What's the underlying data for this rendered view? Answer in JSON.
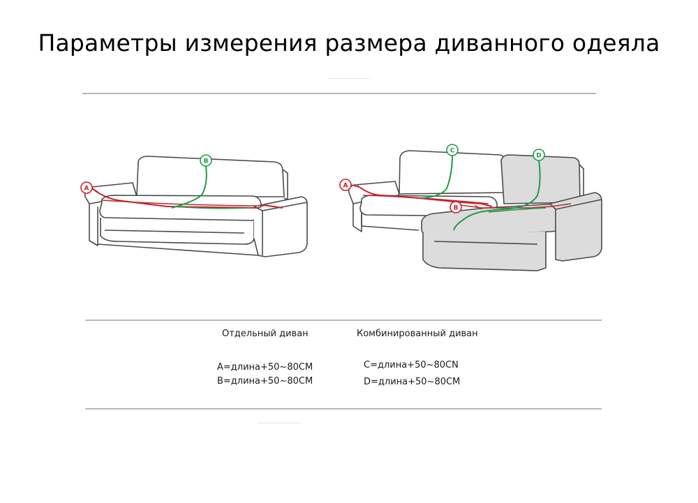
{
  "title": "Параметры измерения размера диванного одеяла",
  "markers": {
    "a": "A",
    "b": "B",
    "c": "C",
    "d": "D"
  },
  "captions": {
    "single": "Отдельный диван",
    "combined": "Комбинированный диван"
  },
  "formulas": {
    "a": "A=длина+50~80CM",
    "b": "B=длина+50~80CM",
    "c": "C=длина+50~80CN",
    "d": "D=длина+50~80CM"
  },
  "colors": {
    "measure_a": "#c4222a",
    "measure_green": "#1f9a4a",
    "outline": "#4a4a4a",
    "chaise_fill": "#dcdcdc"
  }
}
